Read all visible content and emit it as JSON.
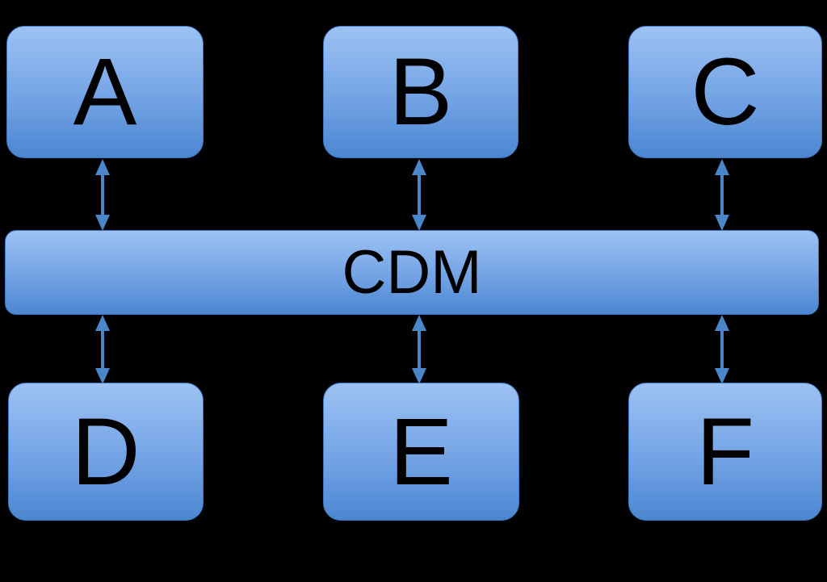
{
  "diagram": {
    "title": "CDM hub and spoke block diagram",
    "background_color": "#000000",
    "node_fill_top": "#9DC1F2",
    "node_fill_bottom": "#4B87D1",
    "node_border_color": "#3B77BE",
    "arrow_color": "#4A86C8",
    "label_color": "#000000",
    "bus": {
      "label": "CDM"
    },
    "top_nodes": [
      {
        "label": "A"
      },
      {
        "label": "B"
      },
      {
        "label": "C"
      }
    ],
    "bottom_nodes": [
      {
        "label": "D"
      },
      {
        "label": "E"
      },
      {
        "label": "F"
      }
    ],
    "connectors": [
      {
        "from": "A",
        "to": "CDM",
        "style": "double-headed"
      },
      {
        "from": "B",
        "to": "CDM",
        "style": "double-headed"
      },
      {
        "from": "C",
        "to": "CDM",
        "style": "double-headed"
      },
      {
        "from": "CDM",
        "to": "D",
        "style": "double-headed"
      },
      {
        "from": "CDM",
        "to": "E",
        "style": "double-headed"
      },
      {
        "from": "CDM",
        "to": "F",
        "style": "double-headed"
      }
    ]
  }
}
